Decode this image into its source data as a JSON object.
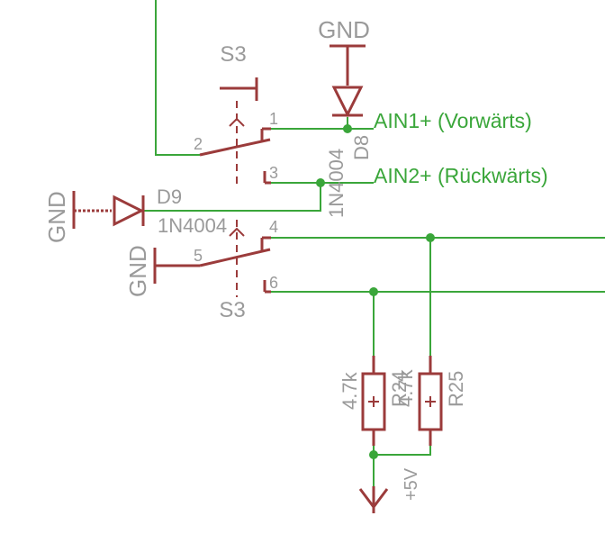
{
  "colors": {
    "wire": "#3aa63a",
    "part": "#9b3b3b",
    "label": "#9a9a9a",
    "net": "#3aa63a",
    "background": "#ffffff"
  },
  "switch_s3": {
    "name_top": "S3",
    "name_bottom": "S3",
    "pins": [
      "1",
      "2",
      "3",
      "4",
      "5",
      "6"
    ]
  },
  "diode_d8": {
    "name": "D8",
    "value": "1N4004"
  },
  "diode_d9": {
    "name": "D9",
    "value": "1N4004"
  },
  "gnd_symbols": [
    "GND",
    "GND",
    "GND"
  ],
  "nets": {
    "ain1": "AIN1+ (Vorwärts)",
    "ain2": "AIN2+ (Rückwärts)"
  },
  "resistor_r24": {
    "name": "R24",
    "value": "4.7k"
  },
  "resistor_r25": {
    "name": "R25",
    "value": "4.7k"
  },
  "supply": {
    "label": "+5V"
  }
}
